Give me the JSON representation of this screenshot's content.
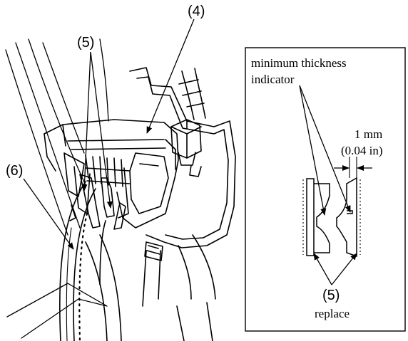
{
  "main_view": {
    "callouts": {
      "caliper": "(4)",
      "pads": "(5)",
      "disc": "(6)"
    }
  },
  "inset": {
    "indicator_label_line1": "minimum thickness",
    "indicator_label_line2": "indicator",
    "dimension_mm": "1 mm",
    "dimension_in": "(0.04 in)",
    "pads_callout": "(5)",
    "action": "replace"
  },
  "colors": {
    "ink": "#000000",
    "paper": "#ffffff"
  }
}
